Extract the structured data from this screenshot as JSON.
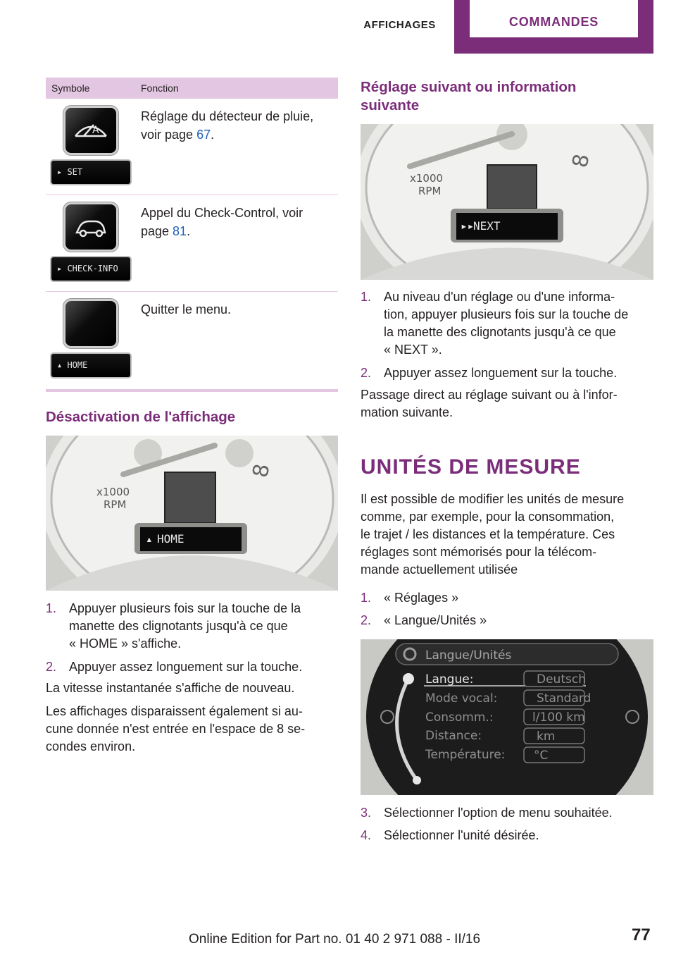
{
  "header": {
    "tab_section": "AFFICHAGES",
    "tab_chapter": "COMMANDES",
    "accent_color": "#7b2d7a"
  },
  "table": {
    "col_symbol": "Symbole",
    "col_function": "Fonction",
    "rows": [
      {
        "icon": "rain-sensor-icon",
        "display_label": "SET",
        "text": "Réglage du détecteur de pluie, voir page ",
        "page": "67",
        "end": "."
      },
      {
        "icon": "car-check-icon",
        "display_label": "CHECK-INFO",
        "text": "Appel du Check-Control, voir page ",
        "page": "81",
        "end": "."
      },
      {
        "icon": "blank-button-icon",
        "display_label": "HOME",
        "text": "Quitter le menu.",
        "page": "",
        "end": ""
      }
    ]
  },
  "section_deactivate": {
    "title": "Désactivation de l'affichage",
    "figure": {
      "display_text": "HOME",
      "gauge_line1": "x1000",
      "gauge_line2": "RPM"
    },
    "steps": [
      {
        "n": "1.",
        "text_l1": "Appuyer plusieurs fois sur la touche de la",
        "text_l2": "manette des clignotants jusqu'à ce que",
        "text_l3": "« HOME » s'affiche."
      },
      {
        "n": "2.",
        "text_l1": "Appuyer assez longuement sur la touche."
      }
    ],
    "para1": "La vitesse instantanée s'affiche de nouveau.",
    "para2_l1": "Les affichages disparaissent également si au‐",
    "para2_l2": "cune donnée n'est entrée en l'espace de 8 se‐",
    "para2_l3": "condes environ."
  },
  "section_next": {
    "title_l1": "Réglage suivant ou information",
    "title_l2": "suivante",
    "figure": {
      "display_text": "NEXT",
      "gauge_line1": "x1000",
      "gauge_line2": "RPM"
    },
    "steps": [
      {
        "n": "1.",
        "text_l1": "Au niveau d'un réglage ou d'une informa‐",
        "text_l2": "tion, appuyer plusieurs fois sur la touche de",
        "text_l3": "la manette des clignotants jusqu'à ce que",
        "text_l4": "« NEXT »."
      },
      {
        "n": "2.",
        "text_l1": "Appuyer assez longuement sur la touche."
      }
    ],
    "para_l1": "Passage direct au réglage suivant ou à l'infor‐",
    "para_l2": "mation suivante."
  },
  "section_units": {
    "title": "UNITÉS DE MESURE",
    "intro_l1": "Il est possible de modifier les unités de mesure",
    "intro_l2": "comme, par exemple, pour la consommation,",
    "intro_l3": "le trajet / les distances et la température. Ces",
    "intro_l4": "réglages sont mémorisés pour la télécom‐",
    "intro_l5": "mande actuellement utilisée",
    "steps_a": [
      {
        "n": "1.",
        "text": "« Réglages »"
      },
      {
        "n": "2.",
        "text": "« Langue/Unités »"
      }
    ],
    "screen": {
      "title": "Langue/Unités",
      "items": [
        {
          "label": "Langue:",
          "value": "Deutsch"
        },
        {
          "label": "Mode vocal:",
          "value": "Standard"
        },
        {
          "label": "Consomm.:",
          "value": "l/100 km"
        },
        {
          "label": "Distance:",
          "value": "km"
        },
        {
          "label": "Température:",
          "value": "°C"
        }
      ]
    },
    "steps_b": [
      {
        "n": "3.",
        "text": "Sélectionner l'option de menu souhaitée."
      },
      {
        "n": "4.",
        "text": "Sélectionner l'unité désirée."
      }
    ]
  },
  "footer": {
    "edition": "Online Edition for Part no. 01 40 2 971 088 - II/16",
    "page_number": "77"
  }
}
